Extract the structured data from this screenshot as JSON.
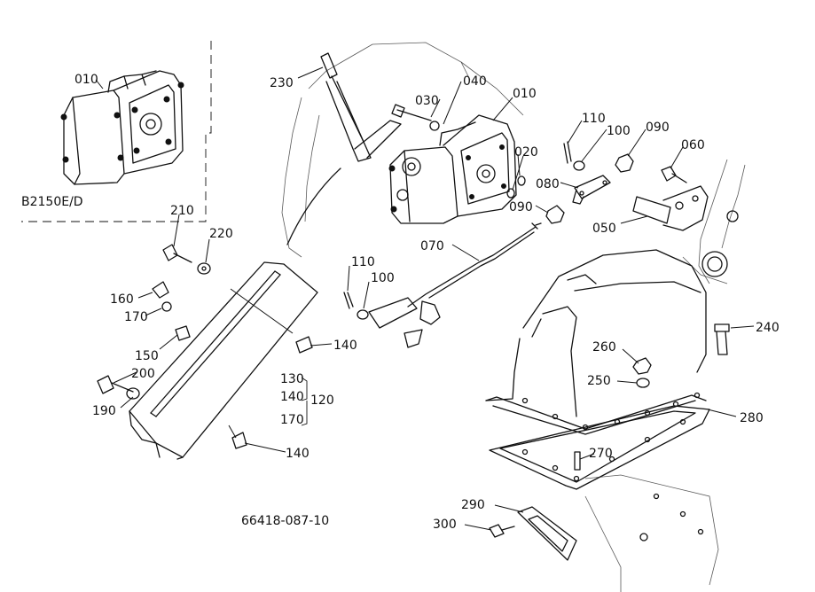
{
  "figure_code": "66418-087-10",
  "inset_model": "B2150E/D",
  "labels": {
    "010": "010",
    "020": "020",
    "030": "030",
    "040": "040",
    "050": "050",
    "060": "060",
    "070": "070",
    "080": "080",
    "090": "090",
    "100": "100",
    "110": "110",
    "120": "120",
    "130": "130",
    "140": "140",
    "150": "150",
    "160": "160",
    "170": "170",
    "190": "190",
    "200": "200",
    "210": "210",
    "220": "220",
    "230": "230",
    "240": "240",
    "250": "250",
    "260": "260",
    "270": "270",
    "280": "280",
    "290": "290",
    "300": "300"
  }
}
